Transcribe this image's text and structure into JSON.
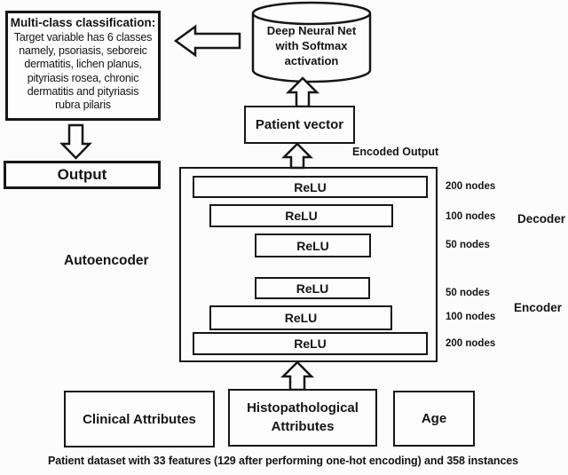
{
  "diagram": {
    "classification_note": {
      "title": "Multi-class classification:",
      "body": "Target variable has 6 classes\nnamely, psoriasis, seboreic\ndermatitis, lichen planus,\npityriasis rosea, chronic\ndermatitis and pityriasis\nrubra pilaris"
    },
    "output_box": "Output",
    "dnn_cylinder": "Deep Neural Net\nwith Softmax\nactivation",
    "patient_vector": "Patient vector",
    "encoded_output": "Encoded Output",
    "autoencoder": {
      "label": "Autoencoder",
      "decoder": "Decoder",
      "encoder": "Encoder",
      "layers": [
        {
          "activation": "ReLU",
          "nodes": "200 nodes"
        },
        {
          "activation": "ReLU",
          "nodes": "100 nodes"
        },
        {
          "activation": "ReLU",
          "nodes": "50 nodes"
        },
        {
          "activation": "ReLU",
          "nodes": "50 nodes"
        },
        {
          "activation": "ReLU",
          "nodes": "100 nodes"
        },
        {
          "activation": "ReLU",
          "nodes": "200 nodes"
        }
      ]
    },
    "inputs": {
      "clinical": "Clinical Attributes",
      "histopathological": "Histopathological\nAttributes",
      "age": "Age"
    },
    "caption": "Patient dataset with 33 features (129 after performing one-hot encoding) and 358 instances"
  }
}
